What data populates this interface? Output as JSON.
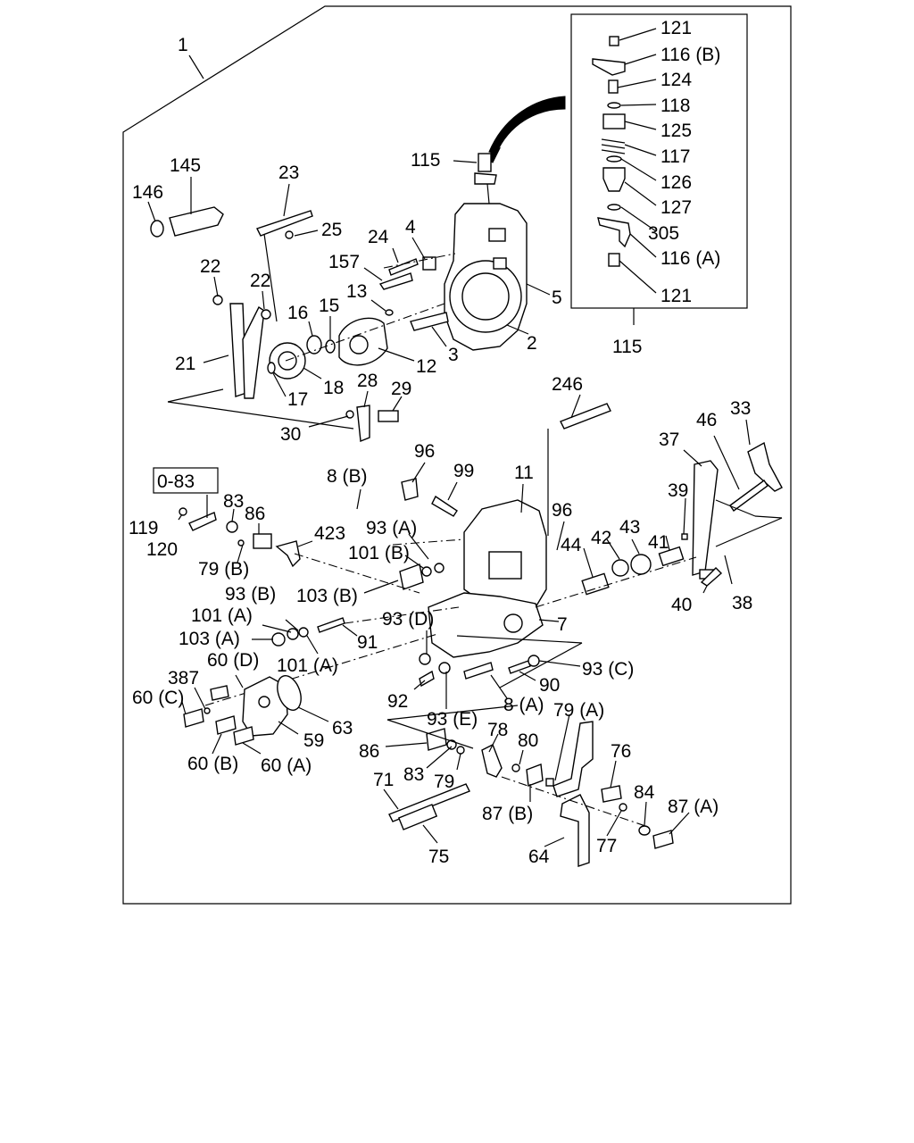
{
  "assembly_label": "1",
  "inset": {
    "label": "115",
    "parts": [
      "121",
      "116 (B)",
      "124",
      "118",
      "125",
      "117",
      "126",
      "127",
      "305",
      "116 (A)",
      "121"
    ]
  },
  "reference_box": "0-83",
  "callouts": [
    "115",
    "145",
    "146",
    "23",
    "25",
    "24",
    "4",
    "157",
    "5",
    "22",
    "22",
    "13",
    "16",
    "15",
    "3",
    "2",
    "21",
    "17",
    "18",
    "12",
    "28",
    "29",
    "30",
    "246",
    "37",
    "46",
    "33",
    "96",
    "99",
    "11",
    "8 (B)",
    "39",
    "119",
    "83",
    "86",
    "120",
    "93 (A)",
    "96",
    "423",
    "41",
    "42",
    "43",
    "44",
    "79 (B)",
    "101 (B)",
    "103 (B)",
    "40",
    "38",
    "93 (B)",
    "7",
    "101 (A)",
    "93 (D)",
    "91",
    "103 (A)",
    "101 (A)",
    "60 (D)",
    "387",
    "93 (C)",
    "92",
    "90",
    "8 (A)",
    "60 (C)",
    "63",
    "93 (E)",
    "79 (A)",
    "78",
    "59",
    "60 (B)",
    "60 (A)",
    "86",
    "80",
    "76",
    "83",
    "79",
    "71",
    "84",
    "87 (A)",
    "87 (B)",
    "77",
    "64",
    "75"
  ]
}
